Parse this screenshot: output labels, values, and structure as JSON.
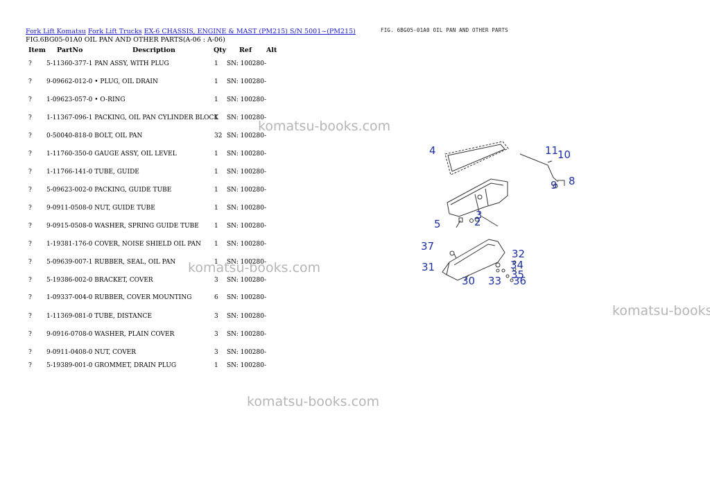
{
  "breadcrumb": [
    "Fork Lift Komatsu",
    "Fork Lift Trucks",
    "EX-6 CHASSIS, ENGINE & MAST (PM215) S/N 5001~(PM215)"
  ],
  "figure_title": "FIG.6BG05-01A0 OIL PAN AND OTHER PARTS(A-06 : A-06)",
  "columns": {
    "item": "Item",
    "part_no": "PartNo",
    "description": "Description",
    "qty": "Qty",
    "ref": "Ref",
    "alt": "Alt"
  },
  "parts": [
    {
      "item": "?",
      "part_desc": "5-11360-377-1 PAN ASSY, WITH PLUG",
      "qty": "1",
      "ref": "SN: 100280-"
    },
    {
      "item": "?",
      "part_desc": "9-09662-012-0 • PLUG, OIL DRAIN",
      "qty": "1",
      "ref": "SN: 100280-"
    },
    {
      "item": "?",
      "part_desc": "1-09623-057-0 • O-RING",
      "qty": "1",
      "ref": "SN: 100280-"
    },
    {
      "item": "?",
      "part_desc": "1-11367-096-1 PACKING, OIL PAN CYLINDER BLOCK",
      "qty": "1",
      "ref": "SN: 100280-"
    },
    {
      "item": "?",
      "part_desc": "0-50040-818-0 BOLT, OIL PAN",
      "qty": "32",
      "ref": "SN: 100280-"
    },
    {
      "item": "?",
      "part_desc": "1-11760-350-0 GAUGE ASSY, OIL LEVEL",
      "qty": "1",
      "ref": "SN: 100280-"
    },
    {
      "item": "?",
      "part_desc": "1-11766-141-0 TUBE, GUIDE",
      "qty": "1",
      "ref": "SN: 100280-"
    },
    {
      "item": "?",
      "part_desc": "5-09623-002-0 PACKING, GUIDE TUBE",
      "qty": "1",
      "ref": "SN: 100280-"
    },
    {
      "item": "?",
      "part_desc": "9-0911-0508-0 NUT, GUIDE TUBE",
      "qty": "1",
      "ref": "SN: 100280-"
    },
    {
      "item": "?",
      "part_desc": "9-0915-0508-0 WASHER, SPRING GUIDE TUBE",
      "qty": "1",
      "ref": "SN: 100280-"
    },
    {
      "item": "?",
      "part_desc": "1-19381-176-0 COVER, NOISE SHIELD OIL PAN",
      "qty": "1",
      "ref": "SN: 100280-"
    },
    {
      "item": "?",
      "part_desc": "5-09639-007-1 RUBBER, SEAL, OIL PAN",
      "qty": "1",
      "ref": "SN: 100280-"
    },
    {
      "item": "?",
      "part_desc": "5-19386-002-0 BRACKET, COVER",
      "qty": "3",
      "ref": "SN: 100280-"
    },
    {
      "item": "?",
      "part_desc": "1-09337-004-0 RUBBER, COVER MOUNTING",
      "qty": "6",
      "ref": "SN: 100280-"
    },
    {
      "item": "?",
      "part_desc": "1-11369-081-0 TUBE, DISTANCE",
      "qty": "3",
      "ref": "SN: 100280-"
    },
    {
      "item": "?",
      "part_desc": "9-0916-0708-0 WASHER, PLAIN COVER",
      "qty": "3",
      "ref": "SN: 100280-"
    },
    {
      "item": "?",
      "part_desc": "9-0911-0408-0 NUT, COVER",
      "qty": "3",
      "ref": "SN: 100280-"
    },
    {
      "item": "?",
      "part_desc": "5-19389-001-0 GROMMET, DRAIN PLUG",
      "qty": "1",
      "ref": "SN: 100280-"
    }
  ],
  "diagram": {
    "caption": "FIG. 6BG05-01A0  OIL PAN AND OTHER PARTS",
    "callouts": [
      "4",
      "11",
      "10",
      "8",
      "9",
      "5",
      "3",
      "2",
      "37",
      "32",
      "34",
      "31",
      "35",
      "30",
      "33",
      "36"
    ]
  },
  "watermark": "komatsu-books.com"
}
